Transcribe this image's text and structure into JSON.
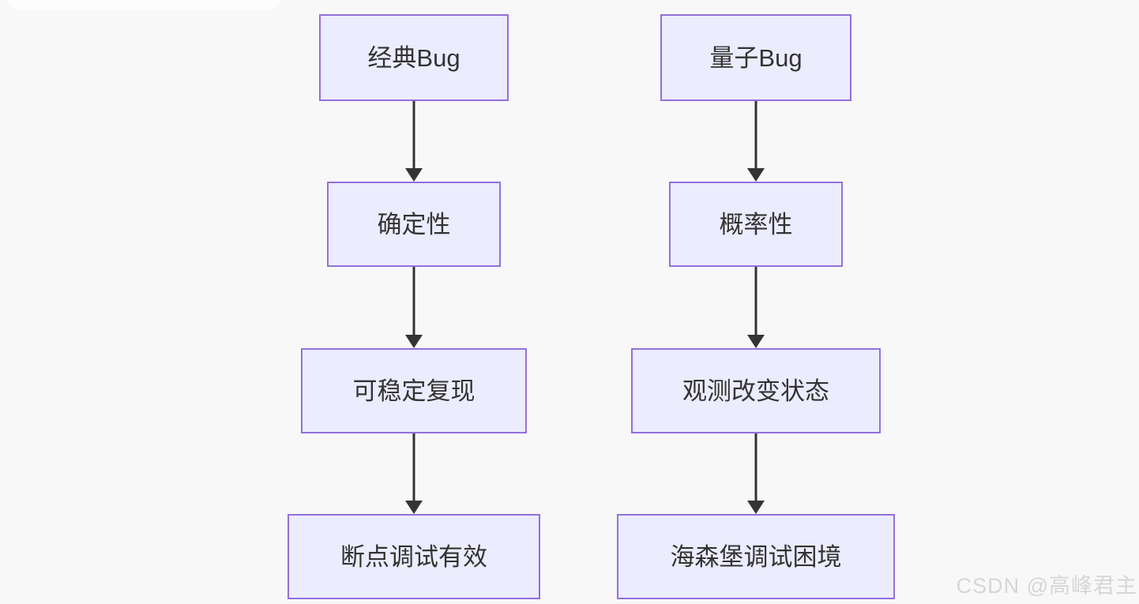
{
  "colors": {
    "background": "#f8f8f8",
    "node_fill": "#ececff",
    "node_border": "#9370db",
    "node_text": "#333333",
    "arrow": "#333333",
    "watermark": "#d6d6d6"
  },
  "diagram": {
    "type": "flowchart",
    "direction": "top-down",
    "columns": [
      {
        "id": "classical-bug-flow",
        "nodes": [
          {
            "label": "经典Bug"
          },
          {
            "label": "确定性"
          },
          {
            "label": "可稳定复现"
          },
          {
            "label": "断点调试有效"
          }
        ],
        "edges": [
          {
            "from": "经典Bug",
            "to": "确定性"
          },
          {
            "from": "确定性",
            "to": "可稳定复现"
          },
          {
            "from": "可稳定复现",
            "to": "断点调试有效"
          }
        ]
      },
      {
        "id": "quantum-bug-flow",
        "nodes": [
          {
            "label": "量子Bug"
          },
          {
            "label": "概率性"
          },
          {
            "label": "观测改变状态"
          },
          {
            "label": "海森堡调试困境"
          }
        ],
        "edges": [
          {
            "from": "量子Bug",
            "to": "概率性"
          },
          {
            "from": "概率性",
            "to": "观测改变状态"
          },
          {
            "from": "观测改变状态",
            "to": "海森堡调试困境"
          }
        ]
      }
    ]
  },
  "watermark": {
    "text": "CSDN @高峰君主"
  }
}
